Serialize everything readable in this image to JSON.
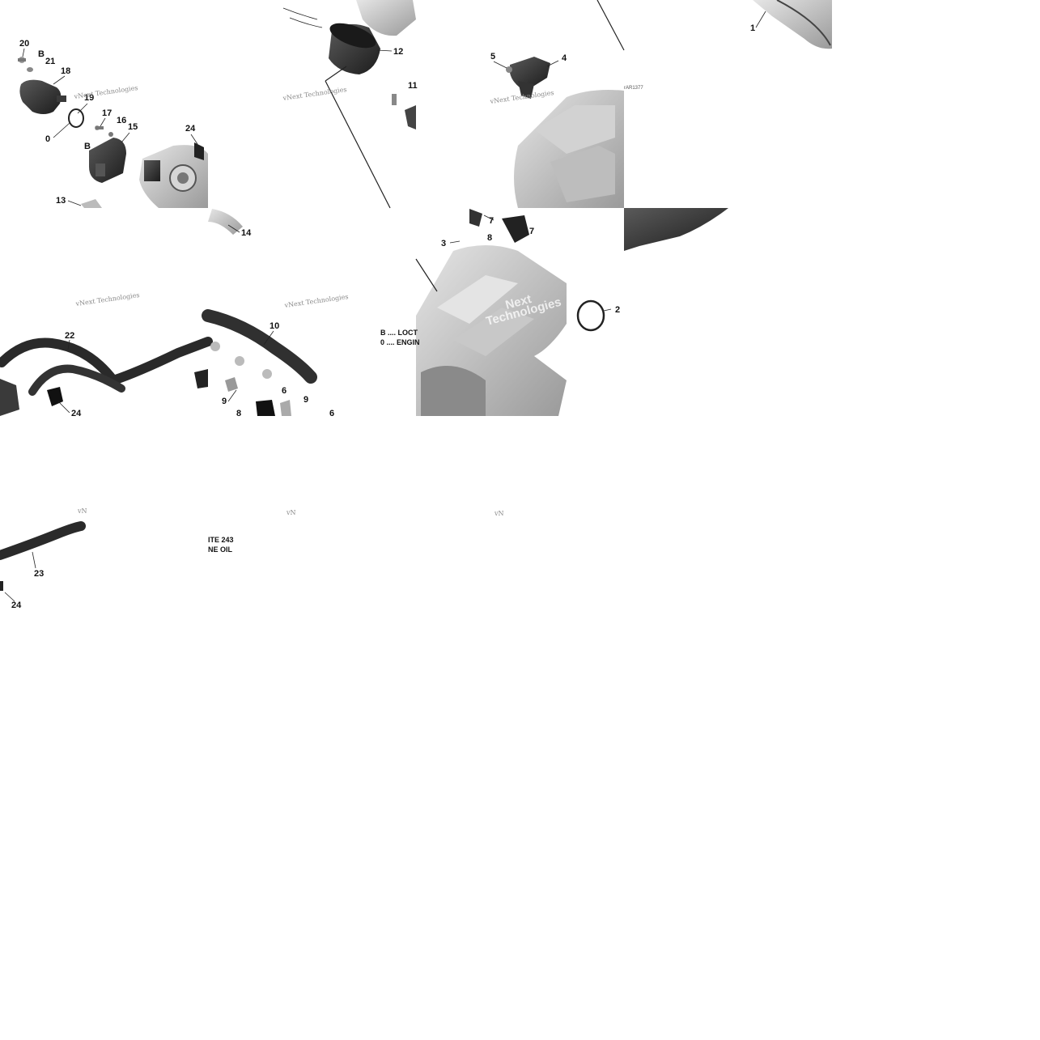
{
  "callouts": [
    "20",
    "B",
    "21",
    "18",
    "19",
    "0",
    "17",
    "16",
    "15",
    "B",
    "24",
    "13",
    "12",
    "11",
    "5",
    "4",
    "1",
    "14",
    "22",
    "24",
    "10",
    "9",
    "8",
    "6",
    "9",
    "6",
    "7",
    "8",
    "3",
    "7",
    "2",
    "23",
    "24"
  ],
  "watermarks": [
    "vNext Technologies",
    "vNext Technologies",
    "vNext Technologies",
    "vNext Technologies",
    "vNext Technologies"
  ],
  "watermark_overlay": [
    "Next",
    "Technologies"
  ],
  "legend": {
    "line1": "B .... LOCT",
    "line2": "0 .... ENGIN",
    "line3": "ITE 243",
    "line4": "NE OIL"
  },
  "figure_code": "rAR1377",
  "truncated_marks": [
    "vN",
    "vN",
    "vN"
  ],
  "colors": {
    "background": "#ffffff",
    "part_dark": "#2b2b2b",
    "part_mid": "#8e8e8e",
    "part_light": "#cfcfcf",
    "ink": "#111111"
  }
}
